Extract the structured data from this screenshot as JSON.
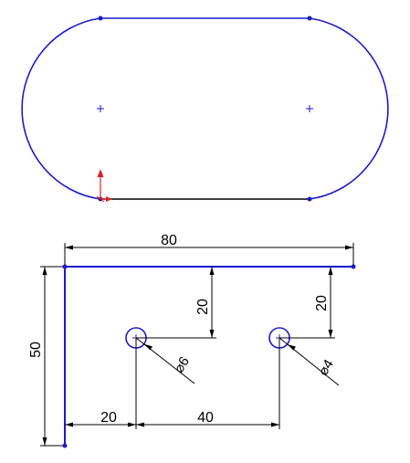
{
  "colors": {
    "sketch_line": "#1a1acc",
    "dimension_line": "#000000",
    "origin_y_axis": "#e02020",
    "origin_x_axis": "#e02020",
    "background": "#ffffff"
  },
  "upper_view": {
    "shape": "slot",
    "center_marks": [
      "center-plus-left",
      "center-plus-right"
    ]
  },
  "lower_view": {
    "dimensions": {
      "overall_width": "80",
      "overall_height": "50",
      "hole_left_offset_x": "20",
      "hole_spacing_x": "40",
      "hole_left_offset_y": "20",
      "hole_right_offset_y": "20"
    },
    "hole_diameters": {
      "left": "6",
      "right": "4"
    },
    "diameter_symbol": "⌀"
  }
}
